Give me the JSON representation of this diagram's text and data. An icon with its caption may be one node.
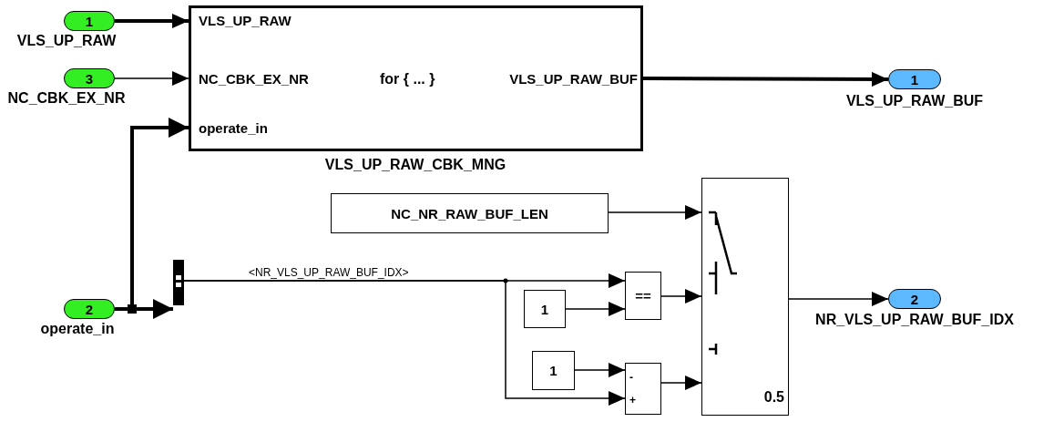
{
  "diagram": {
    "nodes": [
      {
        "text": [
          "1"
        ],
        "beside": [
          "VLS_UP_RAW"
        ]
      },
      {
        "text": [
          "3"
        ],
        "beside": [
          "NC_CBK_EX_NR"
        ]
      },
      {
        "text": [
          "2"
        ],
        "beside": [
          "operate_in"
        ]
      },
      {
        "text": [
          "VLS_UP_RAW",
          "NC_CBK_EX_NR",
          "operate_in",
          "for { ... }",
          "VLS_UP_RAW_BUF"
        ],
        "beside": [
          "VLS_UP_RAW_CBK_MNG"
        ]
      },
      {
        "text": [
          "1"
        ],
        "beside": [
          "VLS_UP_RAW_BUF"
        ]
      },
      {
        "text": [
          "NC_NR_RAW_BUF_LEN"
        ]
      },
      {
        "text": [],
        "shape": "bar"
      },
      {
        "text": [
          "1"
        ]
      },
      {
        "text": [
          "=="
        ]
      },
      {
        "text": [
          "1"
        ]
      },
      {
        "text": [
          "-",
          "+"
        ]
      },
      {
        "text": [
          "0.5"
        ]
      },
      {
        "text": [
          "2"
        ],
        "beside": [
          "NR_VLS_UP_RAW_BUF_IDX"
        ]
      }
    ],
    "edges": [
      {
        "from": 0,
        "to": 3,
        "arrow": "to",
        "style": "thick"
      },
      {
        "from": 1,
        "to": 3,
        "arrow": "to"
      },
      {
        "from": 2,
        "to": 3,
        "arrow": "to",
        "style": "thick"
      },
      {
        "from": 2,
        "to": 6,
        "arrow": "to",
        "style": "thick"
      },
      {
        "from": 3,
        "to": 4,
        "arrow": "to",
        "style": "thick"
      },
      {
        "from": 5,
        "to": 11,
        "arrow": "to"
      },
      {
        "from": 6,
        "to": 8,
        "arrow": "to",
        "label": "<NR_VLS_UP_RAW_BUF_IDX>"
      },
      {
        "from": 6,
        "to": 10,
        "arrow": "to"
      },
      {
        "from": 7,
        "to": 8,
        "arrow": "to"
      },
      {
        "from": 9,
        "to": 10,
        "arrow": "to"
      },
      {
        "from": 8,
        "to": 11,
        "arrow": "to"
      },
      {
        "from": 10,
        "to": 11,
        "arrow": "to"
      },
      {
        "from": 11,
        "to": 12,
        "arrow": "to"
      }
    ]
  }
}
